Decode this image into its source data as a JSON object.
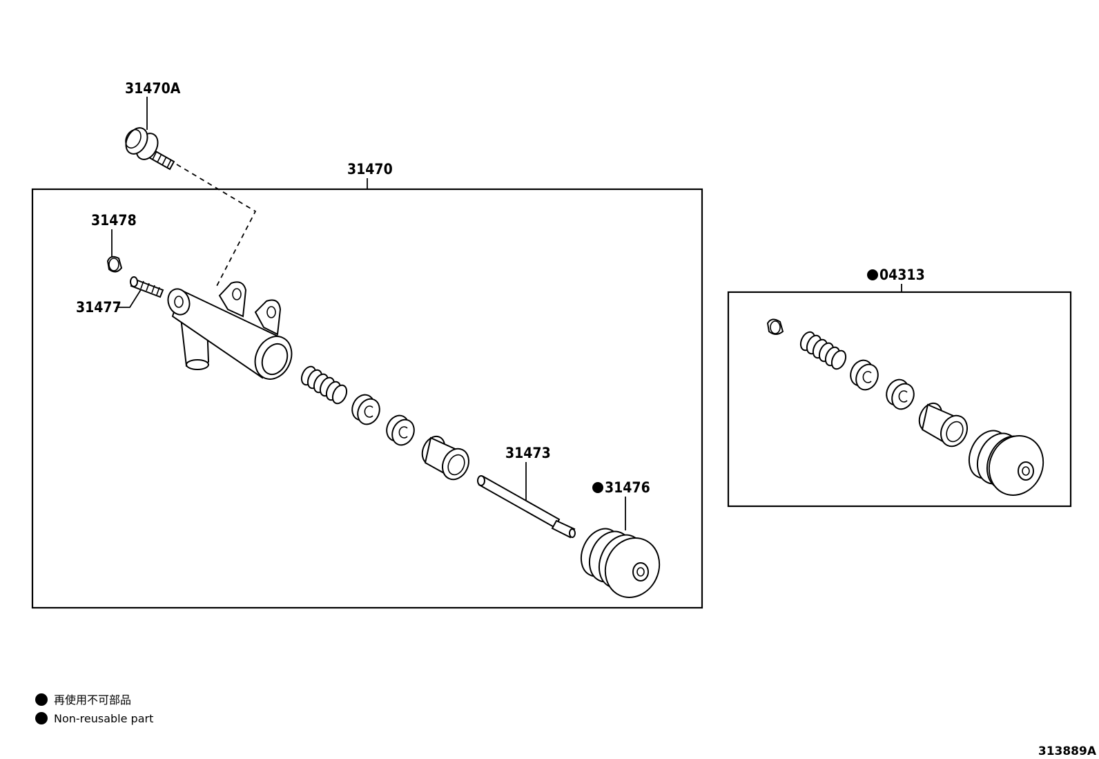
{
  "labels": {
    "bolt": "31470A",
    "cylinder_assy": "31470",
    "bleeder_cap": "31478",
    "bleeder_plug": "31477",
    "push_rod": "31473",
    "boot": "31476",
    "repair_kit": "04313"
  },
  "legend": {
    "japanese": "再使用不可部品",
    "english": "Non-reusable part"
  },
  "figure_code": "313889A"
}
